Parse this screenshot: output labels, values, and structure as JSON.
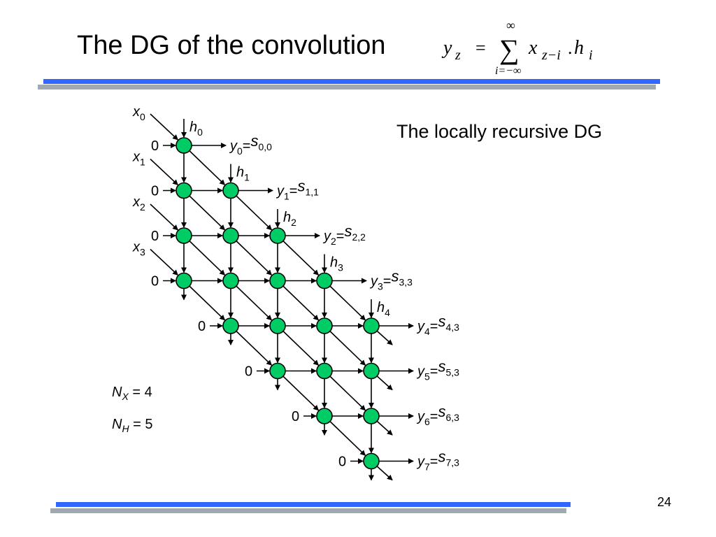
{
  "slide": {
    "title": "The DG of the convolution",
    "subtitle": "The locally recursive DG",
    "page_number": "24"
  },
  "formula": {
    "lhs": "y",
    "lhs_sub": "z",
    "equals": "=",
    "sum_upper": "∞",
    "sum_symbol": "∑",
    "sum_lower": "i=−∞",
    "term1": "x",
    "term1_sub": "z−i",
    "dot": ".",
    "term2": "h",
    "term2_sub": "i"
  },
  "params": [
    {
      "sym": "N",
      "sub": "X",
      "text": " = 4"
    },
    {
      "sym": "N",
      "sub": "H",
      "text": " = 5"
    }
  ],
  "inputs_x": [
    {
      "sym": "x",
      "sub": "0"
    },
    {
      "sym": "x",
      "sub": "1"
    },
    {
      "sym": "x",
      "sub": "2"
    },
    {
      "sym": "x",
      "sub": "3"
    }
  ],
  "inputs_h": [
    {
      "sym": "h",
      "sub": "0"
    },
    {
      "sym": "h",
      "sub": "1"
    },
    {
      "sym": "h",
      "sub": "2"
    },
    {
      "sym": "h",
      "sub": "3"
    },
    {
      "sym": "h",
      "sub": "4"
    }
  ],
  "zero_label": "0",
  "outputs": [
    {
      "y": "y",
      "ysub": "0",
      "eq": "=",
      "s": "s",
      "ssub": "0,0"
    },
    {
      "y": "y",
      "ysub": "1",
      "eq": "=",
      "s": "s",
      "ssub": "1,1"
    },
    {
      "y": "y",
      "ysub": "2",
      "eq": "=",
      "s": "s",
      "ssub": "2,2"
    },
    {
      "y": "y",
      "ysub": "3",
      "eq": "=",
      "s": "s",
      "ssub": "3,3"
    },
    {
      "y": "y",
      "ysub": "4",
      "eq": "=",
      "s": "s",
      "ssub": "4,3"
    },
    {
      "y": "y",
      "ysub": "5",
      "eq": "=",
      "s": "s",
      "ssub": "5,3"
    },
    {
      "y": "y",
      "ysub": "6",
      "eq": "=",
      "s": "s",
      "ssub": "6,3"
    },
    {
      "y": "y",
      "ysub": "7",
      "eq": "=",
      "s": "s",
      "ssub": "7,3"
    }
  ],
  "colors": {
    "node_fill": "#00cc66",
    "node_stroke": "#000000",
    "bar_blue": "#3366ff",
    "bar_gray": "#a0a8b0"
  }
}
